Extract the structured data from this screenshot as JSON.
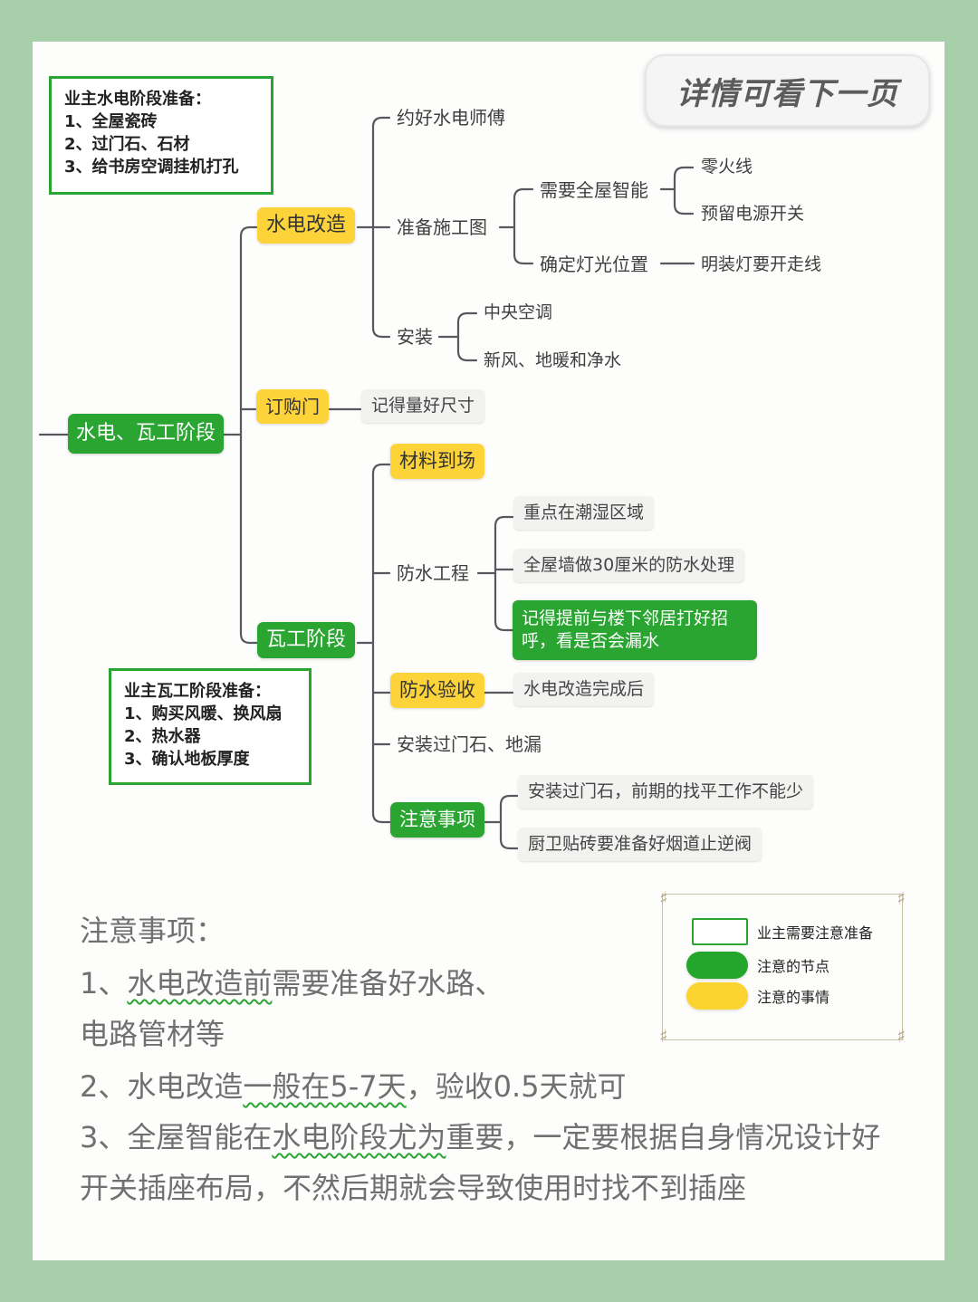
{
  "badge": "详情可看下一页",
  "owner_prep_1": {
    "title": "业主水电阶段准备：",
    "items": [
      "1、全屋瓷砖",
      "2、过门石、石材",
      "3、给书房空调挂机打孔"
    ]
  },
  "owner_prep_2": {
    "title": "业主瓦工阶段准备：",
    "items": [
      "1、购买风暖、换风扇",
      "2、热水器",
      "3、确认地板厚度"
    ]
  },
  "mindmap": {
    "root": "水电、瓦工阶段",
    "plumbing": {
      "label": "水电改造",
      "book_master": "约好水电师傅",
      "prepare_drawing": "准备施工图",
      "smart_home": "需要全屋智能",
      "live_neutral": "零火线",
      "reserve_switch": "预留电源开关",
      "light_position": "确定灯光位置",
      "surface_light": "明装灯要开走线",
      "install": "安装",
      "central_ac": "中央空调",
      "fresh_air": "新风、地暖和净水"
    },
    "doors": {
      "label": "订购门",
      "measure": "记得量好尺寸"
    },
    "tiling": {
      "label": "瓦工阶段",
      "materials": "材料到场",
      "waterproof": "防水工程",
      "wp_focus": "重点在潮湿区域",
      "wp_wall": "全屋墙做30厘米的防水处理",
      "wp_neighbor": "记得提前与楼下邻居打好招呼，看是否会漏水",
      "wp_accept": "防水验收",
      "wp_after": "水电改造完成后",
      "threshold": "安装过门石、地漏",
      "notes": "注意事项",
      "note_1": "安装过门石，前期的找平工作不能少",
      "note_2": "厨卫贴砖要准备好烟道止逆阀"
    }
  },
  "legend": {
    "owner": "业主需要注意准备",
    "node": "注意的节点",
    "matter": "注意的事情"
  },
  "notes": {
    "title": "注意事项：",
    "line1_pre": "1、",
    "line1_wavy": "水电改造前",
    "line1_post": "需要准备好水路、",
    "line2": "电路管材等",
    "line3_pre": "2、水电改造",
    "line3_wavy": "一般在5-7天",
    "line3_post": "，验收0.5天就可",
    "line4_pre": "3、全屋智能在",
    "line4_wavy": "水电阶段尤为",
    "line4_post": "重要，一定要根据自身情况设计好",
    "line5": "开关插座布局，不然后期就会导致使用时找不到插座"
  },
  "colors": {
    "background": "#a7cfaa",
    "green_node": "#2aa532",
    "yellow_node": "#fdd33a",
    "connector": "#565a60"
  }
}
